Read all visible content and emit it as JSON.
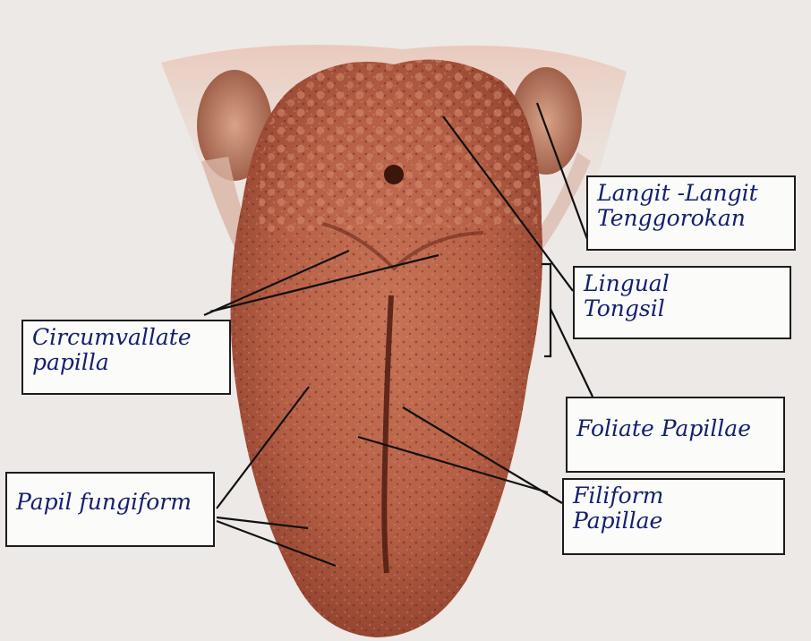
{
  "colors": {
    "background": "#ece9e6",
    "tongue": "#b65f46",
    "tongue_dark": "#7a3524",
    "label_ink": "#14206e",
    "box_border": "#1c1c1c"
  },
  "labels": {
    "langit_line1": "Langit -Langit",
    "langit_line2": "Tenggorokan",
    "lingual_line1": "Lingual",
    "lingual_line2": "Tongsil",
    "circumvallate_line1": "Circumvallate",
    "circumvallate_line2": "papilla",
    "foliate": "Foliate Papillae",
    "papil_fungiform": "Papil fungiform",
    "filiform_line1": "Filiform",
    "filiform_line2": "Papillae"
  }
}
